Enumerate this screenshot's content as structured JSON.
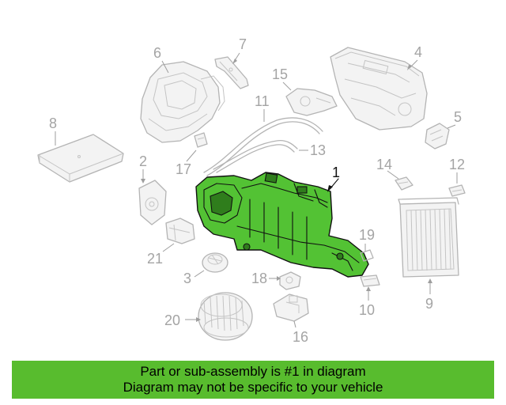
{
  "diagram": {
    "callouts": {
      "c1": "1",
      "c2": "2",
      "c3": "3",
      "c4": "4",
      "c5": "5",
      "c6": "6",
      "c7": "7",
      "c8": "8",
      "c9": "9",
      "c10": "10",
      "c11": "11",
      "c12": "12",
      "c13": "13",
      "c14": "14",
      "c15": "15",
      "c16": "16",
      "c17": "17",
      "c18": "18",
      "c19": "19",
      "c20": "20",
      "c21": "21"
    },
    "highlighted_part": "1",
    "highlight_color": "#53c234"
  },
  "banner": {
    "line1": "Part or sub-assembly is #1 in diagram",
    "line2": "Diagram may not be specific to your vehicle",
    "background": "#58bc2e"
  }
}
